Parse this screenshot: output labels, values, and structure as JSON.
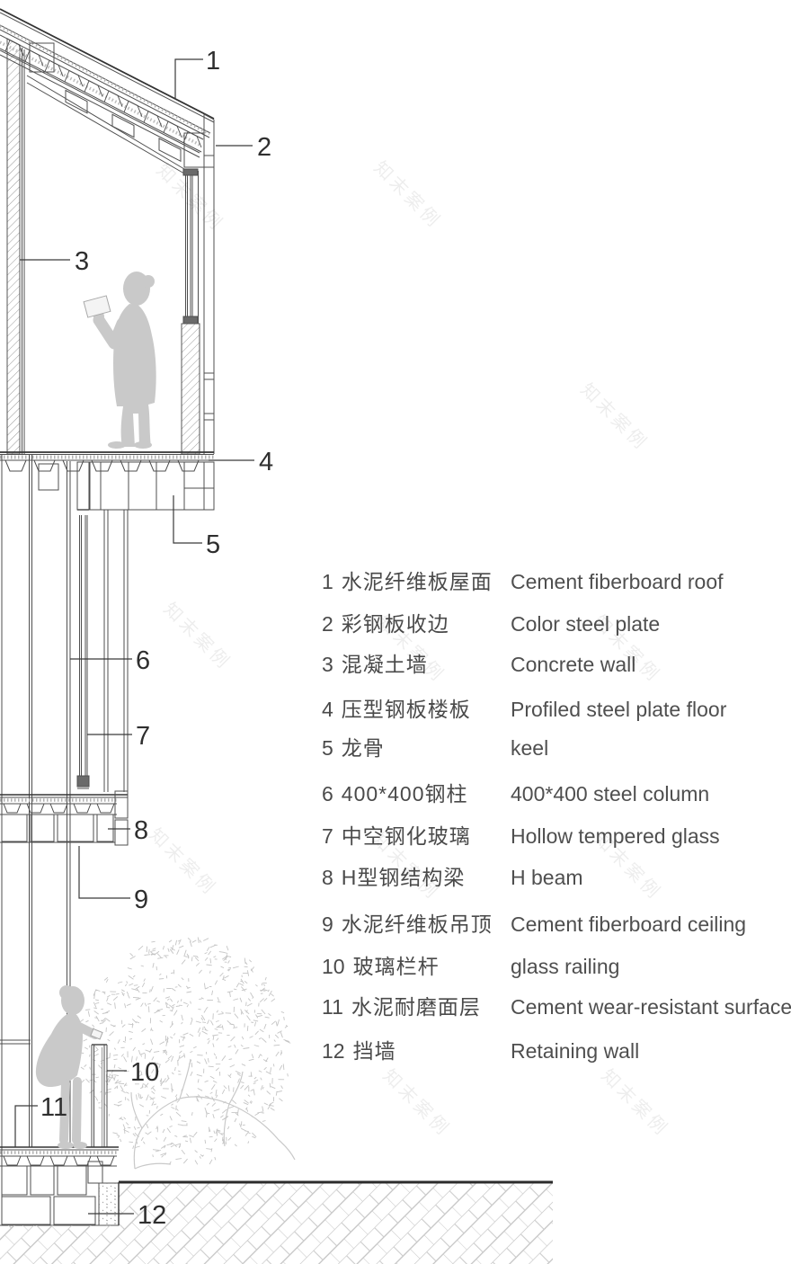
{
  "watermark": {
    "text": "知末案例"
  },
  "drawing": {
    "callouts": [
      {
        "label": "1"
      },
      {
        "label": "2"
      },
      {
        "label": "3"
      },
      {
        "label": "4"
      },
      {
        "label": "5"
      },
      {
        "label": "6"
      },
      {
        "label": "7"
      },
      {
        "label": "8"
      },
      {
        "label": "9"
      },
      {
        "label": "10"
      },
      {
        "label": "11"
      },
      {
        "label": "12"
      }
    ]
  },
  "legend": {
    "items": [
      {
        "num": "1",
        "zh": "水泥纤维板屋面",
        "en": "Cement fiberboard roof"
      },
      {
        "num": "2",
        "zh": "彩钢板收边",
        "en": "Color steel plate"
      },
      {
        "num": "3",
        "zh": "混凝土墙",
        "en": "Concrete wall"
      },
      {
        "num": "4",
        "zh": "压型钢板楼板",
        "en": "Profiled steel plate floor"
      },
      {
        "num": "5",
        "zh": "龙骨",
        "en": "keel"
      },
      {
        "num": "6",
        "zh": "400*400钢柱",
        "en": "400*400 steel column"
      },
      {
        "num": "7",
        "zh": "中空钢化玻璃",
        "en": "Hollow tempered glass"
      },
      {
        "num": "8",
        "zh": "H型钢结构梁",
        "en": "H beam"
      },
      {
        "num": "9",
        "zh": "水泥纤维板吊顶",
        "en": "Cement fiberboard ceiling"
      },
      {
        "num": "10",
        "zh": "玻璃栏杆",
        "en": "glass railing"
      },
      {
        "num": "11",
        "zh": "水泥耐磨面层",
        "en": "Cement wear-resistant surface"
      },
      {
        "num": "12",
        "zh": "挡墙",
        "en": "Retaining wall"
      }
    ]
  },
  "colors": {
    "line": "#4f4f4f",
    "dark_line": "#2e2e2e",
    "ground_top_line": "#2c2c2c",
    "hatch": "#9a9a9a",
    "ground_hatch": "#c2c2c2",
    "figure_gray": "#c9c9c9",
    "tree_gray": "#c5c5c5",
    "text": "#4a4a4a",
    "background": "#ffffff"
  }
}
